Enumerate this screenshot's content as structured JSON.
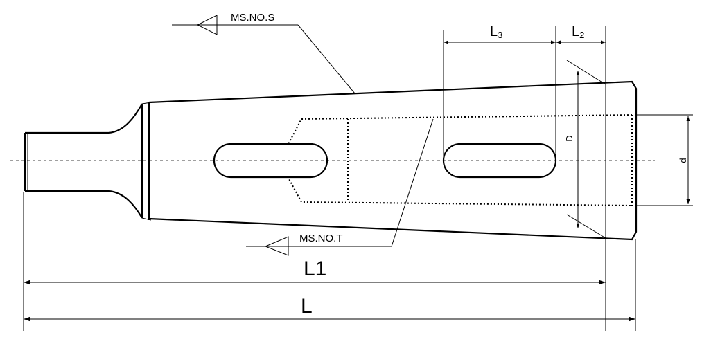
{
  "labels": {
    "socket_taper": "MS.NO.S",
    "shank_taper": "MS.NO.T",
    "overall_length_1": "L1",
    "overall_length": "L",
    "length_3_main": "L",
    "length_3_sub": "3",
    "length_2_main": "L",
    "length_2_sub": "2",
    "diameter_large": "D",
    "diameter_small": "d"
  }
}
